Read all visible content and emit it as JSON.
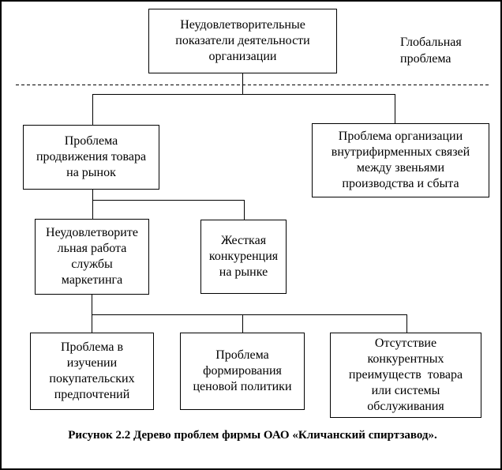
{
  "diagram": {
    "nodes": {
      "root": {
        "lines": [
          "Неудовлетворительные",
          "показатели деятельности",
          "организации"
        ]
      },
      "global_label": {
        "lines": [
          "Глобальная",
          "проблема"
        ]
      },
      "promotion": {
        "lines": [
          "Проблема",
          "продвижения товара",
          "на рынок"
        ]
      },
      "internal_links": {
        "lines": [
          "Проблема организации",
          "внутрифирменных связей",
          "между звеньями",
          "производства и сбыта"
        ]
      },
      "marketing": {
        "lines": [
          "Неудовлетворите",
          "льная работа",
          "службы",
          "маркетинга"
        ]
      },
      "competition": {
        "lines": [
          "Жесткая",
          "конкуренция",
          "на рынке"
        ]
      },
      "preferences": {
        "lines": [
          "Проблема в",
          "изучении",
          "покупательских",
          "предпочтений"
        ]
      },
      "pricing": {
        "lines": [
          "Проблема",
          "формирования",
          "ценовой политики"
        ]
      },
      "advantages": {
        "lines": [
          "Отсутствие",
          "конкурентных",
          "преимуществ  товара",
          "или системы",
          "обслуживания"
        ]
      }
    },
    "caption": "Рисунок 2.2 Дерево проблем фирмы ОАО «Кличанский спиртзавод».",
    "colors": {
      "line": "#000000",
      "background": "#ffffff",
      "text": "#000000"
    }
  }
}
